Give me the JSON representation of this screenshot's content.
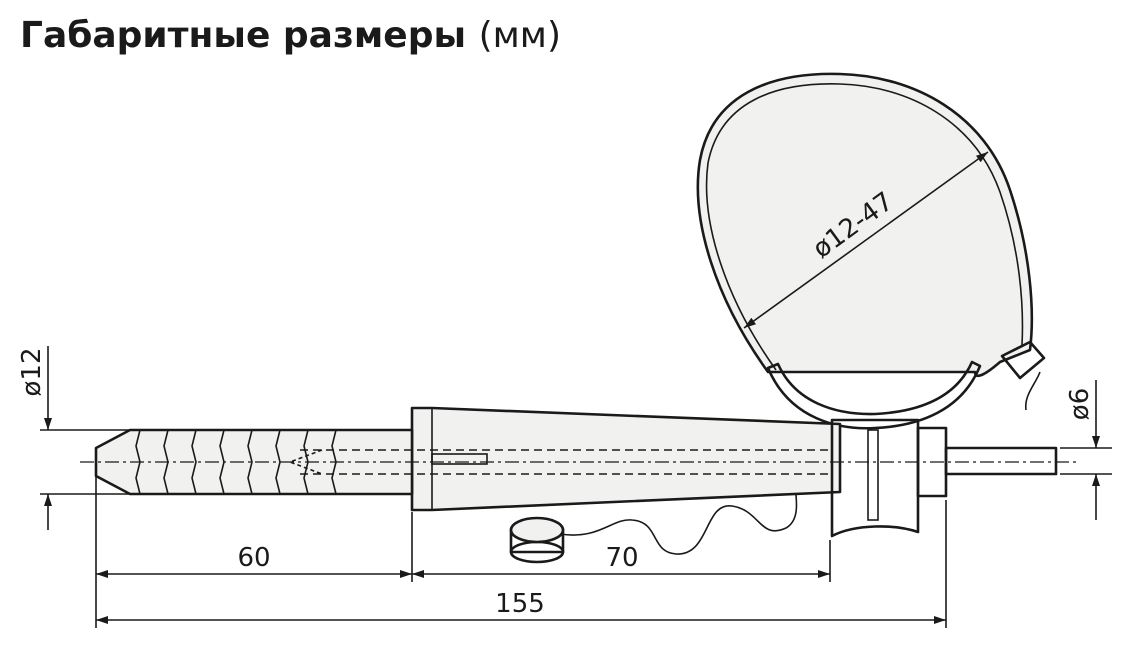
{
  "title": {
    "main": "Габаритные размеры",
    "unit": "(мм)"
  },
  "dimensions": {
    "dowel_diameter": "ø12",
    "pin_diameter": "ø6",
    "clamp_diameter": "ø12-47",
    "dowel_length": "60",
    "spacer_length": "70",
    "total_length": "155"
  },
  "colors": {
    "line": "#1a1a1a",
    "fill": "#f1f1f0"
  }
}
